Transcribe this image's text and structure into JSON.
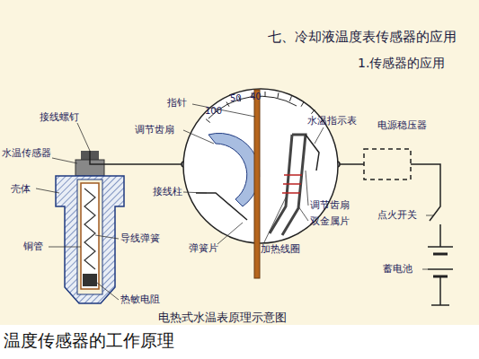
{
  "diagram": {
    "title": "七、冷却液温度表传感器的应用",
    "caption": "温度传感器的工作原理",
    "labels": [
      "1.传感器的应用",
      "接线螺钉",
      "水温传感器",
      "壳体",
      "铜管",
      "导线弹簧",
      "热敏电阻",
      "指针",
      "调节齿扇",
      "接线柱",
      "弹簧片",
      "加热线圈",
      "双金属片",
      "调节齿扇",
      "水温指示表",
      "电源稳压器",
      "点火开关",
      "蓄电池",
      "100",
      "50",
      "40",
      "电热式水温表原理示意图"
    ]
  }
}
